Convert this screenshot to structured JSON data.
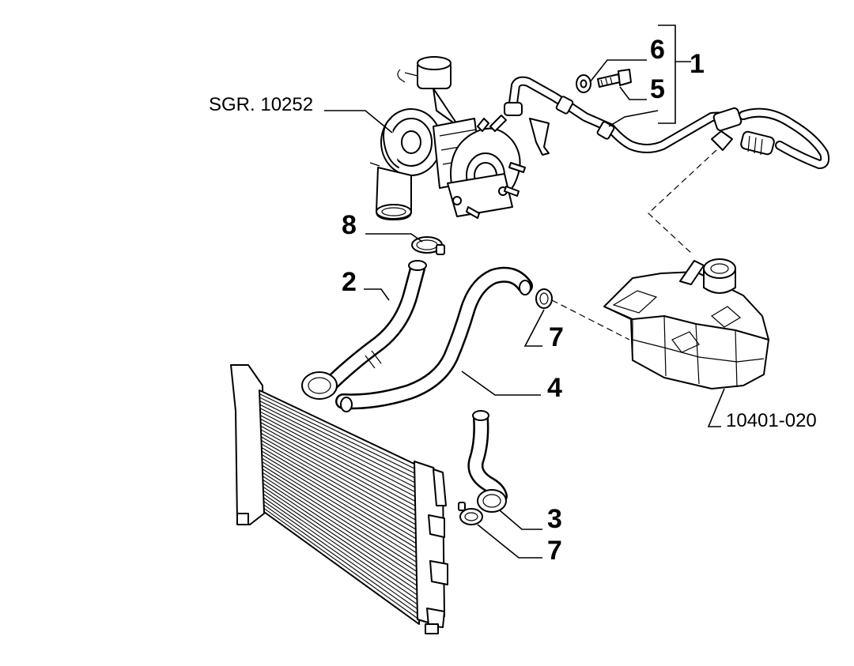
{
  "callouts": {
    "c1": "1",
    "c2": "2",
    "c3": "3",
    "c4": "4",
    "c5": "5",
    "c6": "6",
    "c7a": "7",
    "c7b": "7",
    "c8": "8"
  },
  "references": {
    "turbo": "SGR. 10252",
    "tank": "10401-020"
  }
}
